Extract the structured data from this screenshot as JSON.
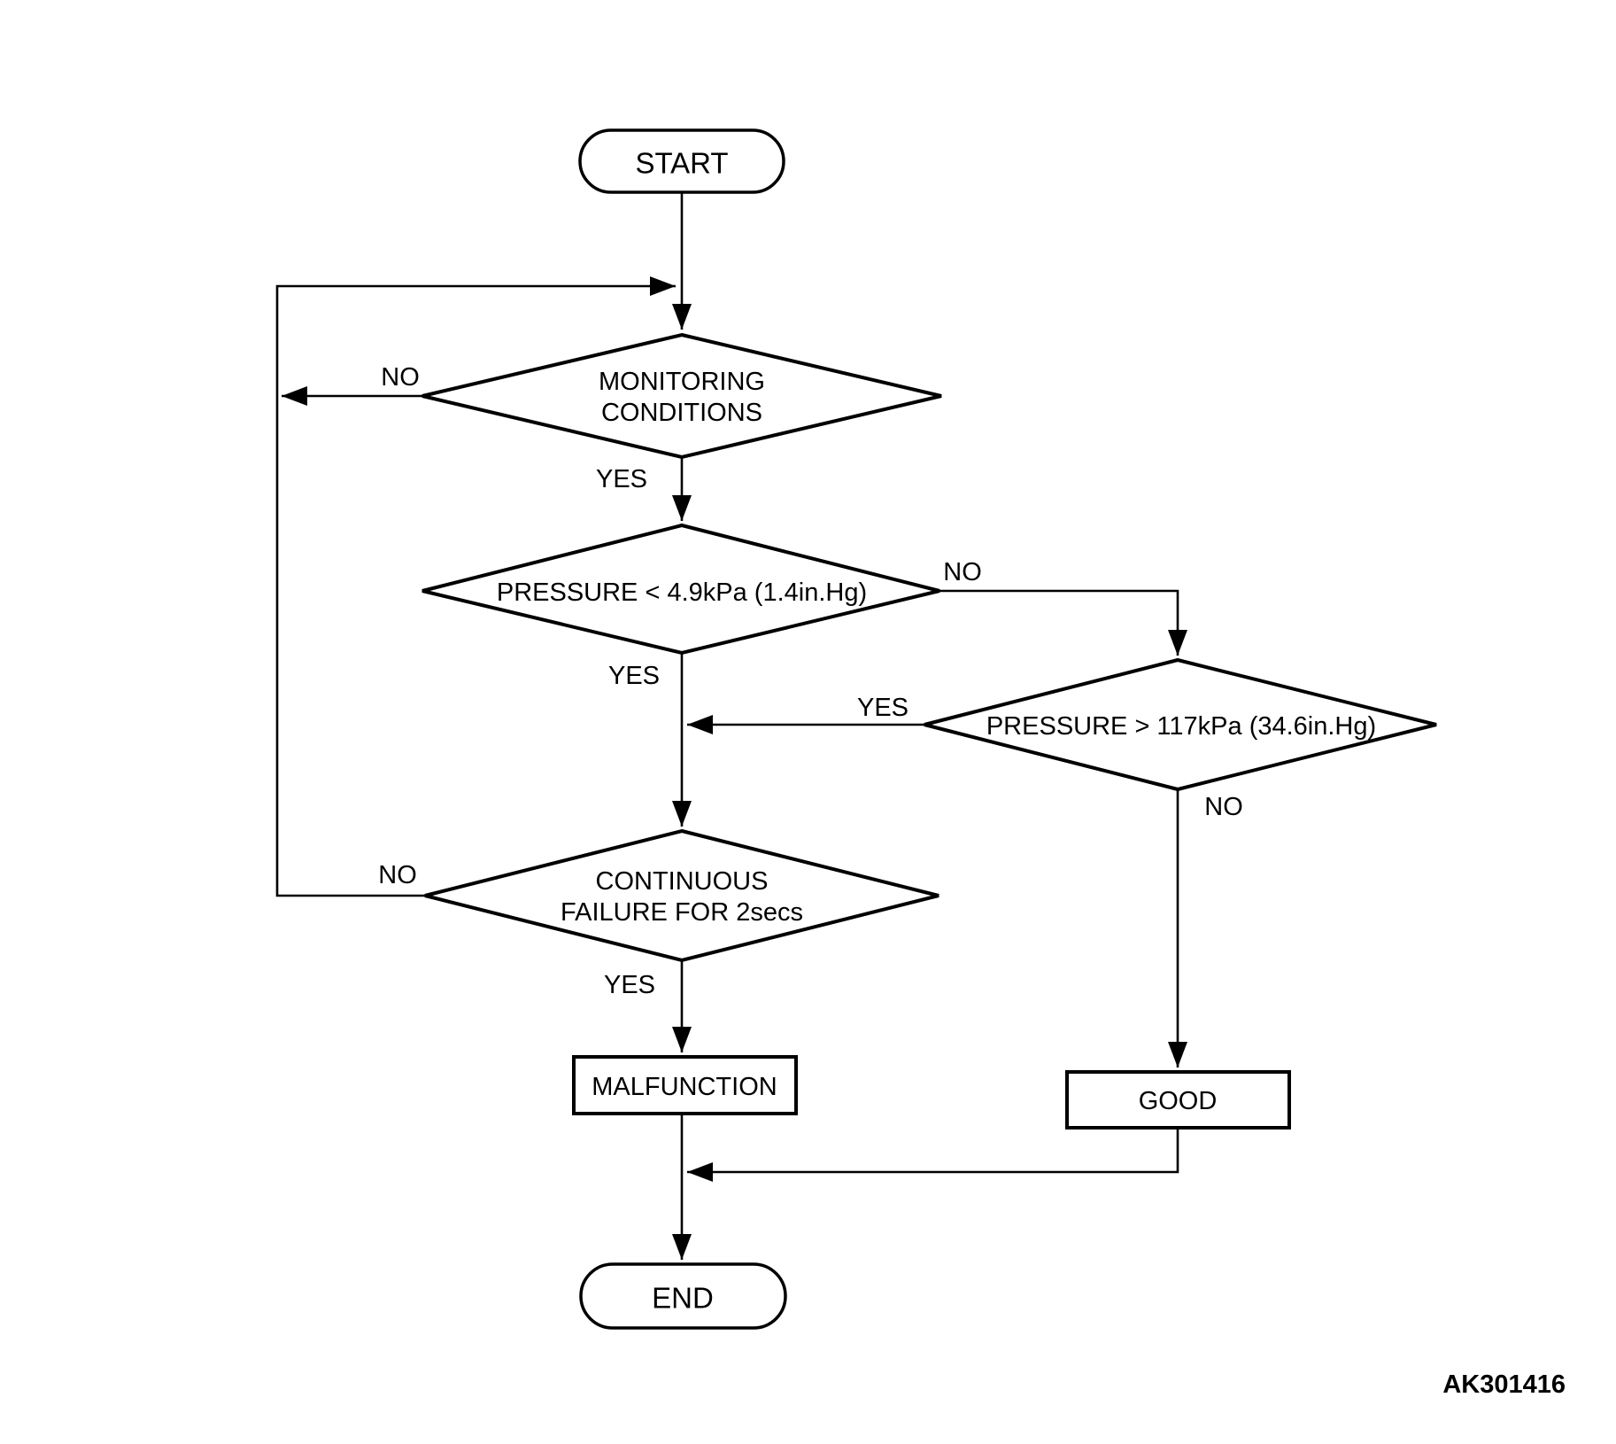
{
  "figure_code": "AK301416",
  "colors": {
    "ink": "#000000",
    "background": "#ffffff"
  },
  "nodes": {
    "start": {
      "label": "START"
    },
    "monitoring_conditions": {
      "line1": "MONITORING",
      "line2": "CONDITIONS"
    },
    "pressure_low": {
      "label": "PRESSURE < 4.9kPa (1.4in.Hg)"
    },
    "pressure_high": {
      "label": "PRESSURE > 117kPa (34.6in.Hg)"
    },
    "continuous_failure": {
      "line1": "CONTINUOUS",
      "line2": "FAILURE FOR 2secs"
    },
    "malfunction": {
      "label": "MALFUNCTION"
    },
    "good": {
      "label": "GOOD"
    },
    "end": {
      "label": "END"
    }
  },
  "edge_labels": {
    "monitoring_no": "NO",
    "monitoring_yes": "YES",
    "pressure_low_no": "NO",
    "pressure_low_yes": "YES",
    "pressure_high_yes": "YES",
    "pressure_high_no": "NO",
    "continuous_no": "NO",
    "continuous_yes": "YES"
  }
}
